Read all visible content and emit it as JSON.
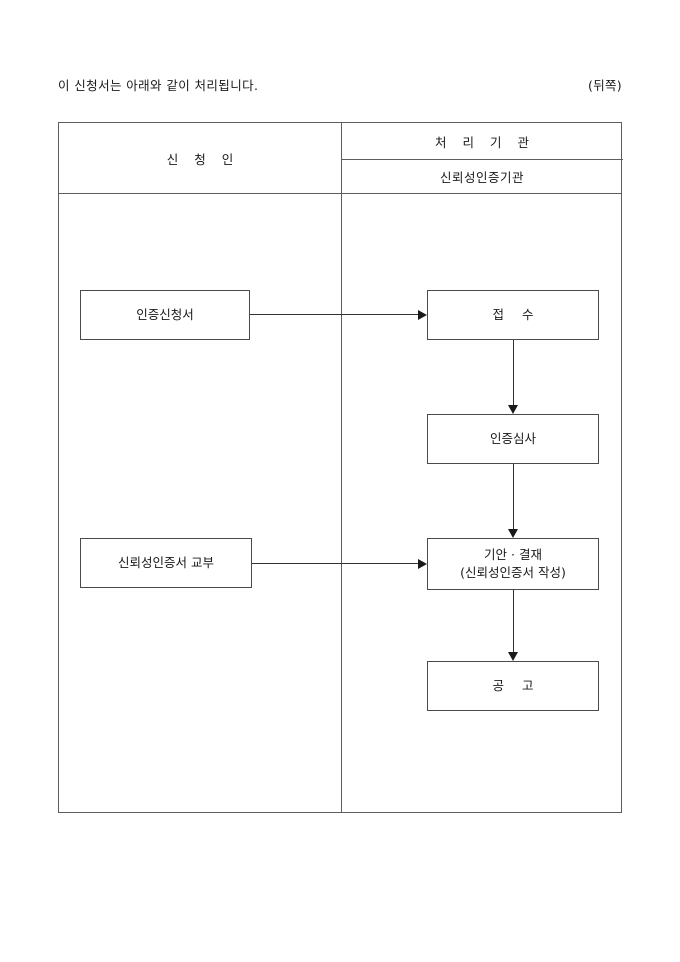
{
  "page": {
    "note": "이 신청서는 아래와 같이 처리됩니다.",
    "side_label": "(뒤쪽)"
  },
  "table": {
    "headers": {
      "applicant": "신 청 인",
      "agency": "처 리 기 관",
      "agency_sub": "신뢰성인증기관"
    }
  },
  "flow": {
    "nodes": [
      {
        "id": "apply",
        "label": "인증신청서",
        "column": "applicant"
      },
      {
        "id": "receipt",
        "label": "접  수",
        "column": "agency"
      },
      {
        "id": "review",
        "label": "인증심사",
        "column": "agency"
      },
      {
        "id": "draft",
        "label": "기안 · 결재",
        "label2": "(신뢰성인증서 작성)",
        "column": "agency"
      },
      {
        "id": "issue",
        "label": "신뢰성인증서 교부",
        "column": "applicant"
      },
      {
        "id": "notice",
        "label": "공  고",
        "column": "agency"
      }
    ],
    "connectors": [
      {
        "from": "apply",
        "to": "receipt",
        "direction": "right"
      },
      {
        "from": "receipt",
        "to": "review",
        "direction": "down"
      },
      {
        "from": "review",
        "to": "draft",
        "direction": "down"
      },
      {
        "from": "issue",
        "to": "draft",
        "direction": "right"
      },
      {
        "from": "draft",
        "to": "notice",
        "direction": "down"
      }
    ]
  },
  "colors": {
    "border": "#5e5e5e",
    "node_border": "#4a4a4a",
    "connector": "#333333",
    "text": "#1a1a1a",
    "background": "#ffffff"
  }
}
